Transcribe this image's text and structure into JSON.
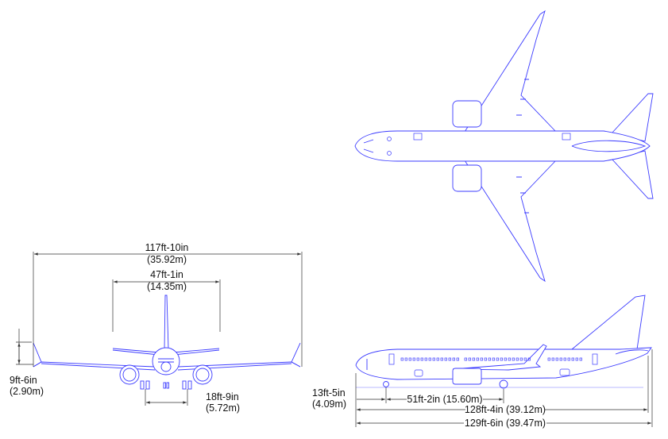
{
  "colors": {
    "drawing": "#3b3bff",
    "dimension": "#333333",
    "ground": "#b8b8ff"
  },
  "front_view": {
    "wingspan": {
      "imperial": "117ft-10in",
      "metric": "(35.92m)"
    },
    "tail_span": {
      "imperial": "47ft-1in",
      "metric": "(14.35m)"
    },
    "winglet_height": {
      "imperial": "9ft-6in",
      "metric": "(2.90m)"
    },
    "main_gear_track": {
      "imperial": "18ft-9in",
      "metric": "(5.72m)"
    }
  },
  "side_view": {
    "height": {
      "imperial": "13ft-5in",
      "metric": "(4.09m)"
    },
    "wheelbase": "51ft-2in (15.60m)",
    "fuselage_length": "128ft-4in (39.12m)",
    "overall_length": "129ft-6in (39.47m)"
  }
}
